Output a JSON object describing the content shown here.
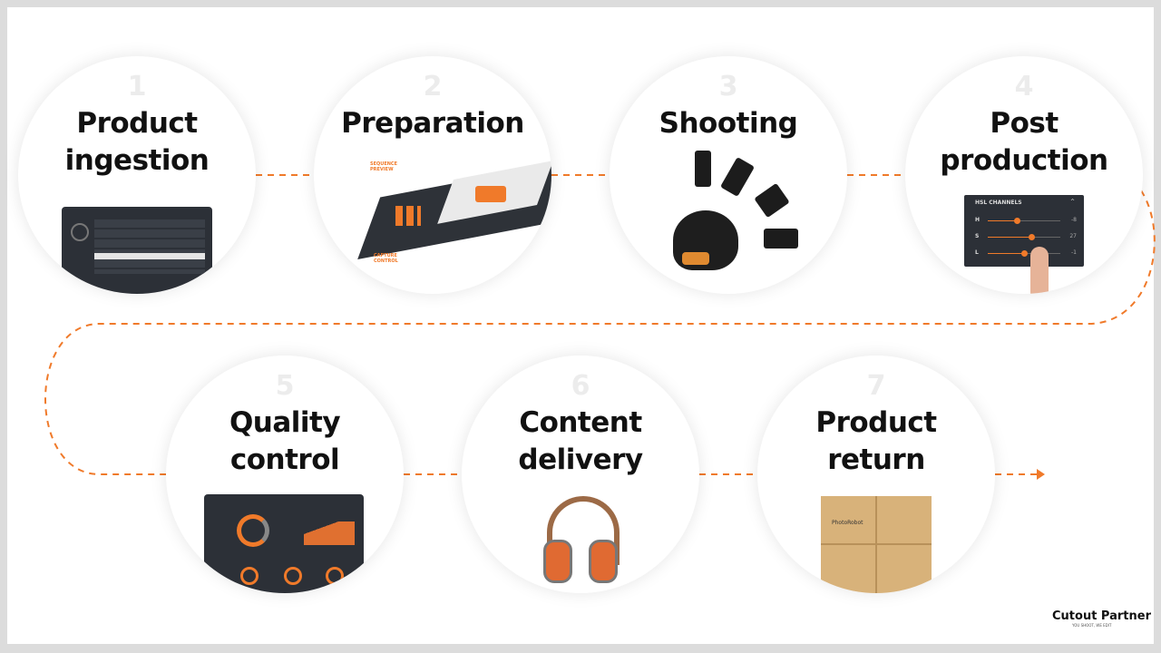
{
  "steps": [
    {
      "number": "1",
      "title_line1": "Product",
      "title_line2": "ingestion"
    },
    {
      "number": "2",
      "title_line1": "Preparation",
      "title_line2": ""
    },
    {
      "number": "3",
      "title_line1": "Shooting",
      "title_line2": ""
    },
    {
      "number": "4",
      "title_line1": "Post",
      "title_line2": "production"
    },
    {
      "number": "5",
      "title_line1": "Quality",
      "title_line2": "control"
    },
    {
      "number": "6",
      "title_line1": "Content",
      "title_line2": "delivery"
    },
    {
      "number": "7",
      "title_line1": "Product",
      "title_line2": "return"
    }
  ],
  "preparation": {
    "label_sequence": "SEQUENCE PREVIEW",
    "label_capture": "CAPTURE CONTROL"
  },
  "hsl_panel": {
    "title": "HSL CHANNELS",
    "channels": [
      {
        "name": "H",
        "value": "-8",
        "level": 0.4
      },
      {
        "name": "S",
        "value": "27",
        "level": 0.6
      },
      {
        "name": "L",
        "value": "-1",
        "level": 0.5
      }
    ]
  },
  "box_brand": "PhotoRobot",
  "watermark": {
    "name": "Cutout Partner",
    "tagline": "YOU SHOOT, WE EDIT"
  },
  "colors": {
    "accent": "#f07a2a",
    "frame": "#dcdcdc"
  }
}
